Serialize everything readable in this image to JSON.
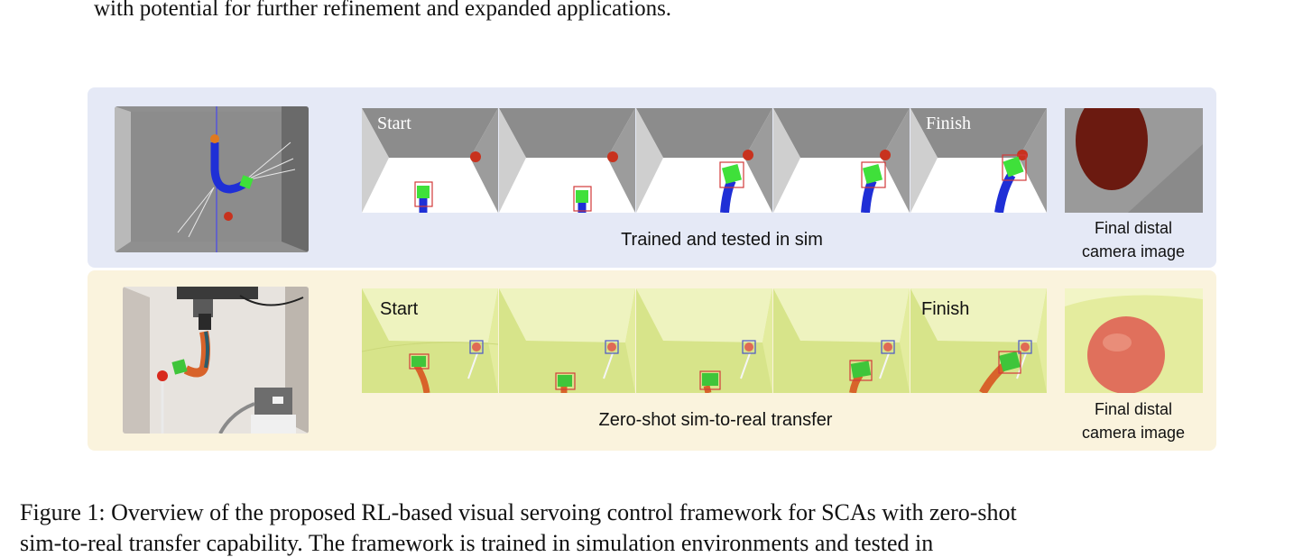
{
  "body_text": "with potential for further refinement and expanded applications.",
  "figure": {
    "sim_row": {
      "label": "Trained and tested in sim",
      "start_tag": "Start",
      "finish_tag": "Finish",
      "final_label_line1": "Final distal",
      "final_label_line2": "camera image",
      "colors": {
        "panel": "#e5e9f6",
        "robot": "#1f2fd6",
        "target": "#c8321e",
        "marker": "#3fe03a",
        "box": "#d23a3a"
      }
    },
    "real_row": {
      "label": "Zero-shot sim-to-real transfer",
      "start_tag": "Start",
      "finish_tag": "Finish",
      "final_label_line1": "Final distal",
      "final_label_line2": "camera image",
      "colors": {
        "panel": "#faf3dd",
        "wall": "#eaf1a6",
        "target": "#e06a55",
        "marker": "#3fc53a",
        "box_robot": "#d23a3a",
        "box_target": "#4a56c8"
      }
    },
    "caption_line1": "Figure 1: Overview of the proposed RL-based visual servoing control framework for SCAs with zero-shot",
    "caption_line2": "sim-to-real transfer capability. The framework is trained in simulation environments and tested in"
  }
}
